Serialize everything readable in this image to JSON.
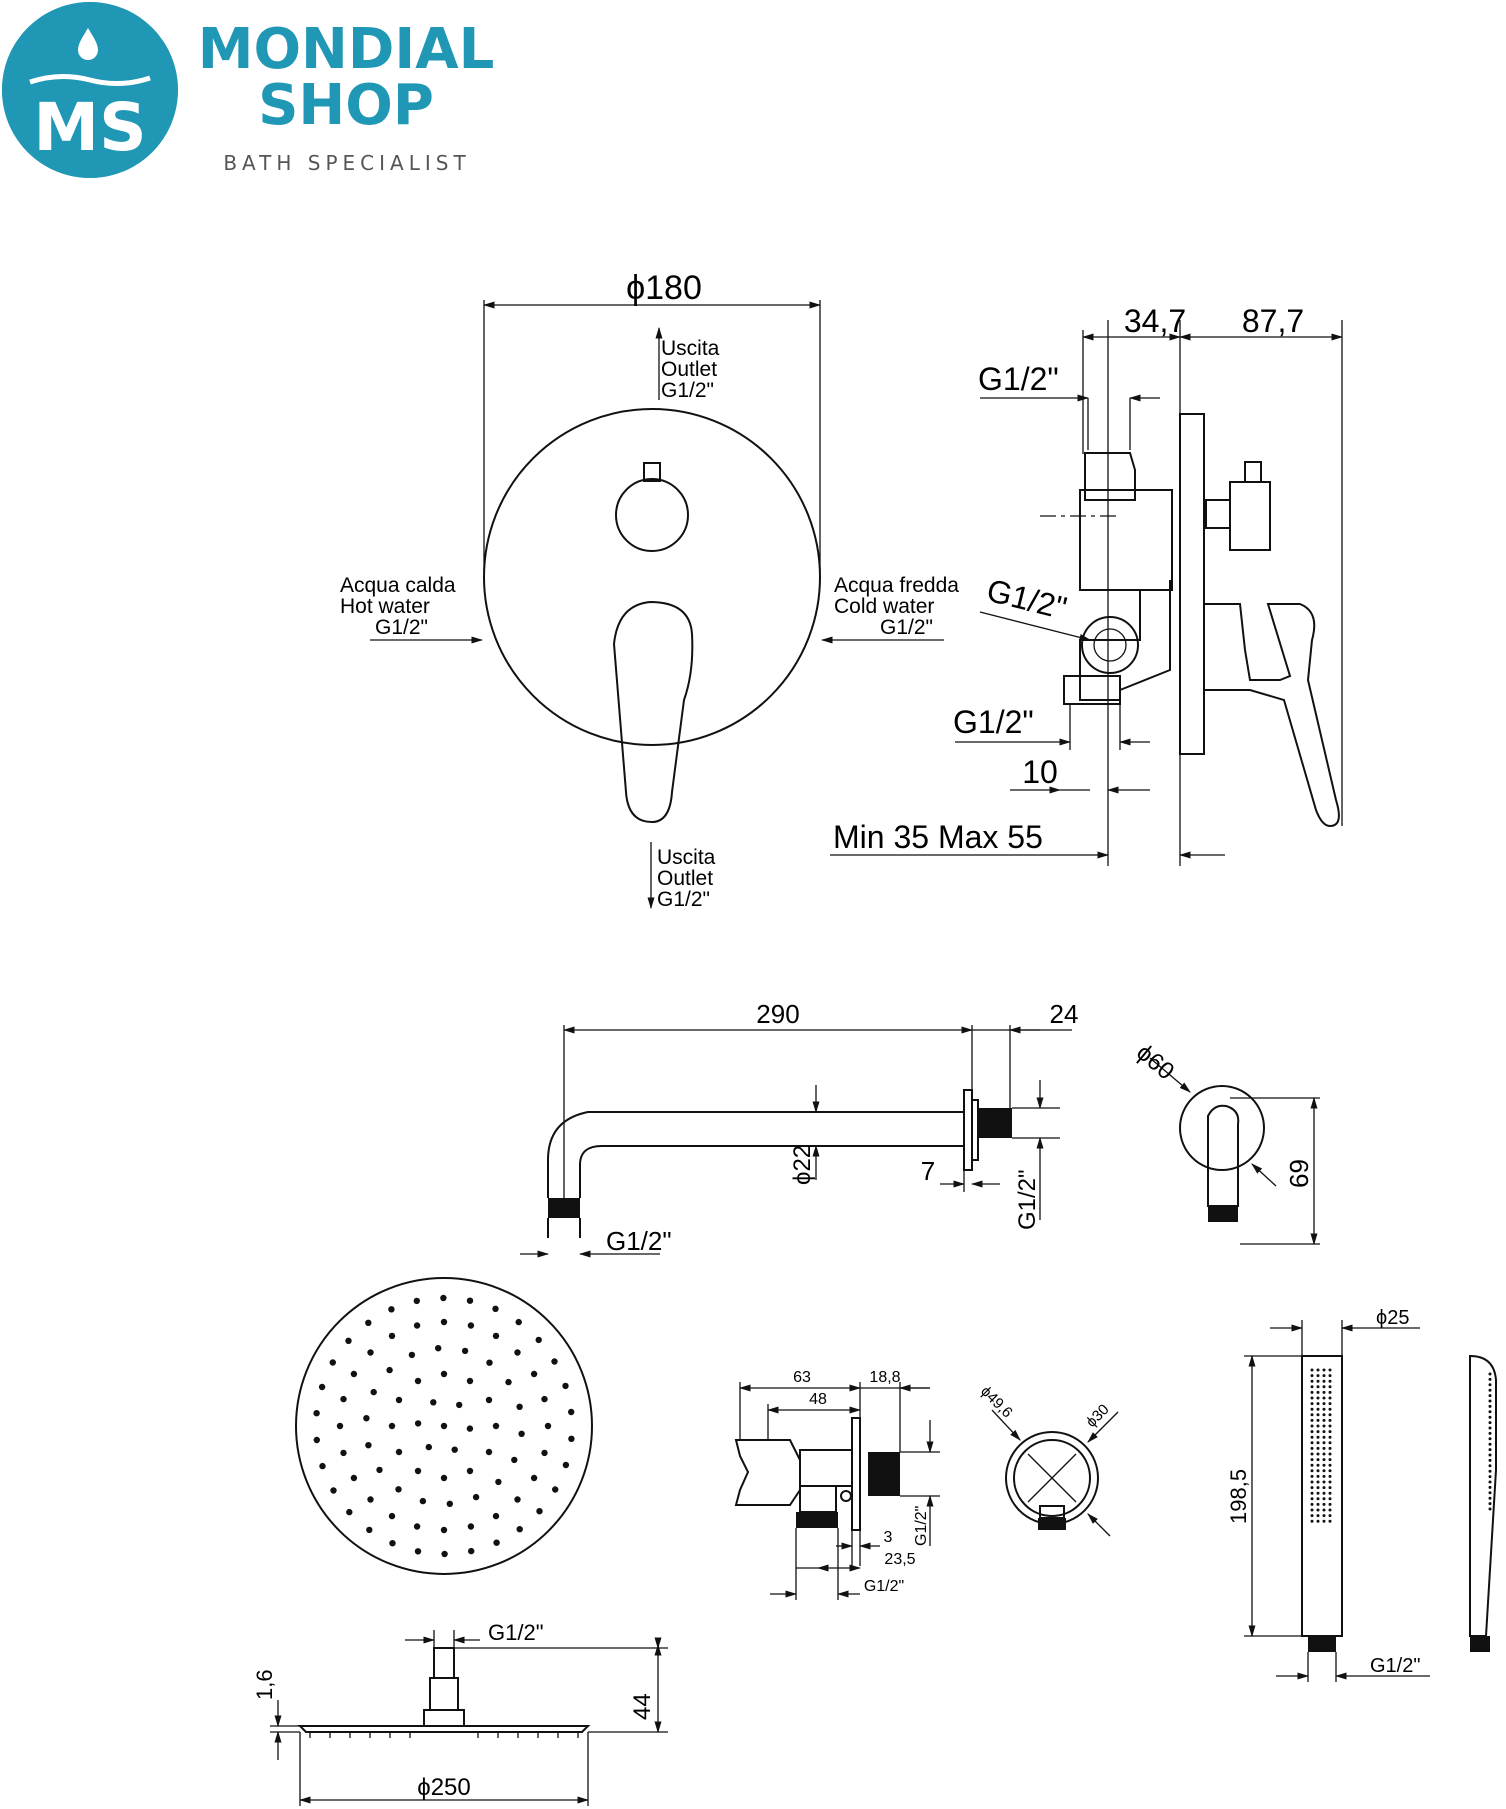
{
  "brand": {
    "monogram": "MS",
    "name_line1": "MONDIAL",
    "name_line2": "SHOP",
    "tagline": "BATH SPECIALIST",
    "color": "#1f97b5"
  },
  "mixer_front": {
    "diameter": "ϕ180",
    "outlet_top": [
      "Uscita",
      "Outlet",
      "G1/2\""
    ],
    "hot_water": [
      "Acqua calda",
      "Hot water",
      "G1/2\""
    ],
    "cold_water": [
      "Acqua fredda",
      "Cold water",
      "G1/2\""
    ],
    "outlet_bottom": [
      "Uscita",
      "Outlet",
      "G1/2\""
    ]
  },
  "mixer_side": {
    "dim_34_7": "34,7",
    "dim_87_7": "87,7",
    "thread_top": "G1/2\"",
    "thread_mid": "G1/2\"",
    "thread_low": "G1/2\"",
    "dim_10": "10",
    "depth_range": "Min 35 Max 55"
  },
  "shower_arm": {
    "length": "290",
    "flange": "24",
    "pipe_dia": "ϕ22",
    "gap": "7",
    "thread_end": "G1/2\"",
    "thread_wall": "G1/2\""
  },
  "arm_end_view": {
    "dia": "ϕ60",
    "height": "69"
  },
  "shower_head": {
    "thread": "G1/2\"",
    "thickness": "1,6",
    "height": "44",
    "diameter": "ϕ250"
  },
  "wall_outlet": {
    "d63": "63",
    "d18_8": "18,8",
    "d48": "48",
    "d3": "3",
    "d23_5": "23,5",
    "thread_side": "G1/2\"",
    "thread_bottom": "G1/2\"",
    "dia_49_6": "ϕ49,6",
    "dia_30": "ϕ30"
  },
  "hand_shower": {
    "dia": "ϕ25",
    "length": "198,5",
    "thread": "G1/2\""
  }
}
